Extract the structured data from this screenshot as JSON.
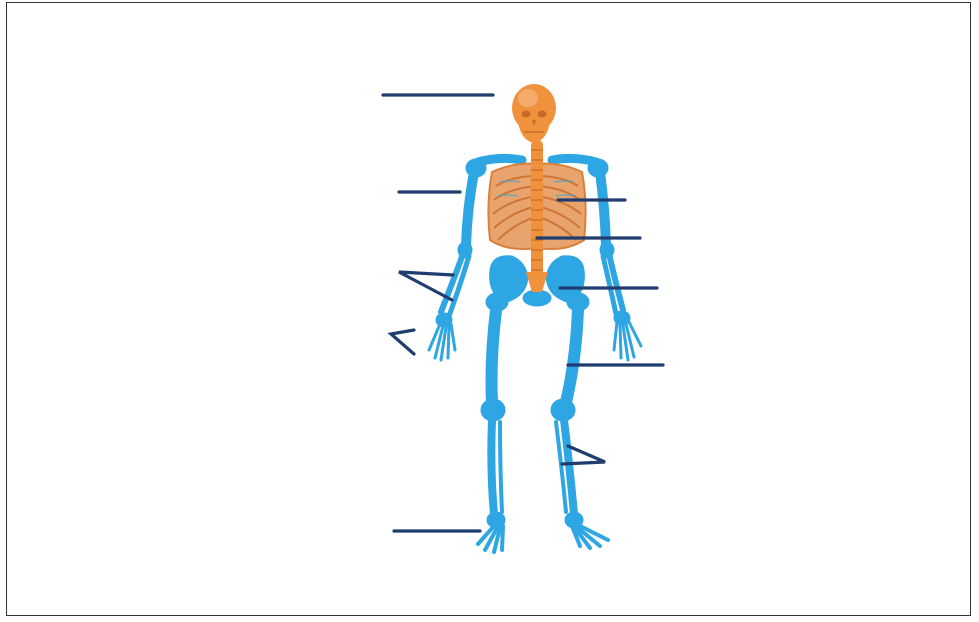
{
  "diagram": {
    "subject": "human skeleton",
    "colors": {
      "axial_bone": "#f0913c",
      "axial_bone_light": "#f6b077",
      "rib_tint": "#e9a46e",
      "appendicular_bone": "#2ea6e4",
      "appendicular_bone_dark": "#1e8fcf",
      "label_line": "#1f3d6e",
      "frame_border": "#333333"
    },
    "labels": [
      {
        "id": "skull",
        "text": ""
      },
      {
        "id": "humerus",
        "text": ""
      },
      {
        "id": "radius-ulna",
        "text": ""
      },
      {
        "id": "hand-bones",
        "text": ""
      },
      {
        "id": "foot-bones",
        "text": ""
      },
      {
        "id": "ribcage",
        "text": ""
      },
      {
        "id": "spine",
        "text": ""
      },
      {
        "id": "pelvis",
        "text": ""
      },
      {
        "id": "femur",
        "text": ""
      },
      {
        "id": "tibia-fibula",
        "text": ""
      }
    ]
  }
}
